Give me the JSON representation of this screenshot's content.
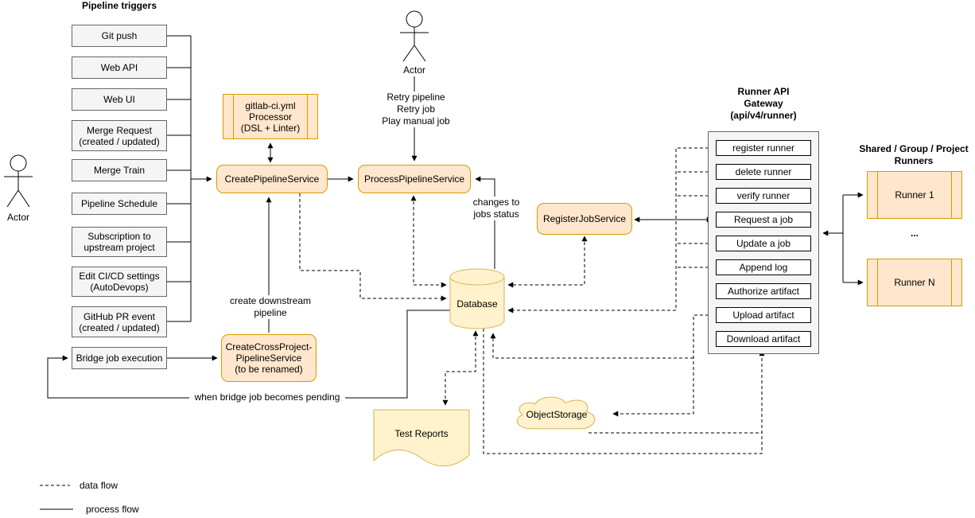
{
  "colors": {
    "orange_fill": "#ffe6cc",
    "orange_border": "#d79b00",
    "yellow_fill": "#fff2cc",
    "yellow_border": "#d6b656",
    "gray_fill": "#f5f5f5",
    "gray_border": "#666666",
    "line": "#000000"
  },
  "triggers": {
    "title": "Pipeline triggers",
    "items": [
      "Git push",
      "Web API",
      "Web UI",
      "Merge Request\n(created / updated)",
      "Merge Train",
      "Pipeline Schedule",
      "Subscription to\nupstream project",
      "Edit CI/CD settings\n(AutoDevops)",
      "GitHub PR event\n(created / updated)",
      "Bridge job execution"
    ]
  },
  "actors": {
    "left": "Actor",
    "top": "Actor"
  },
  "services": {
    "processor": "gitlab-ci.yml\nProcessor\n(DSL + Linter)",
    "create_pipeline": "CreatePipelineService",
    "process_pipeline": "ProcessPipelineService",
    "register_job": "RegisterJobService",
    "create_cross_project": "CreateCrossProject-\nPipelineService\n(to be renamed)"
  },
  "gateway": {
    "title": "Runner API\nGateway\n(api/v4/runner)",
    "endpoints": [
      "register runner",
      "delete runner",
      "verify runner",
      "Request a job",
      "Update a job",
      "Append log",
      "Authorize artifact",
      "Upload artifact",
      "Download artifact"
    ]
  },
  "runners": {
    "title": "Shared / Group / Project\nRunners",
    "runner1": "Runner 1",
    "ellipsis": "...",
    "runnerN": "Runner N"
  },
  "storage": {
    "database": "Database",
    "object_storage": "ObjectStorage",
    "test_reports": "Test Reports"
  },
  "edge_labels": {
    "retry": "Retry pipeline\nRetry job\nPlay manual job",
    "changes_status": "changes to\njobs status",
    "create_downstream": "create downstream\npipeline",
    "when_bridge": "when bridge job becomes pending"
  },
  "legend": {
    "data_flow": "data flow",
    "process_flow": "process flow"
  }
}
